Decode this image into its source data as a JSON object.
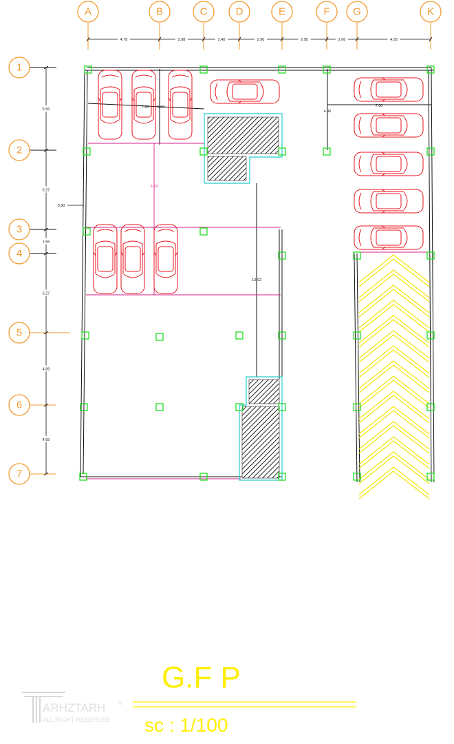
{
  "drawing": {
    "column_axes": [
      "A",
      "B",
      "C",
      "D",
      "E",
      "F",
      "G",
      "K"
    ],
    "row_axes": [
      "1",
      "2",
      "3",
      "4",
      "5",
      "6",
      "7"
    ],
    "column_dimensions": [
      "4.78",
      "2.98",
      "2.40",
      "2.90",
      "2.95",
      "2.06",
      "4.93"
    ],
    "row_dimensions": [
      "5.56",
      "5.27",
      "1.66",
      "5.27",
      "4.89",
      "4.65"
    ],
    "inner_dimensions": {
      "wall_offset": "0.80",
      "parking_width": "7.90",
      "parking_depth": "5.00",
      "pink_span": "5.63",
      "right_depth": "4.96",
      "right_width": "7.00",
      "ramp_length": "13.02"
    },
    "colors": {
      "axis": "#f29a2e",
      "car": "#e8101c",
      "column": "#22dd22",
      "shaft": "#22cccc",
      "ramp": "#f2e600",
      "pink": "#d4208a"
    }
  },
  "title": {
    "name": "G.F P",
    "scale": "sc : 1/100"
  },
  "logo": {
    "brand": "ARHZTARH",
    "tagline": "ALL RIGHT RESERVED",
    "mark": "®"
  }
}
